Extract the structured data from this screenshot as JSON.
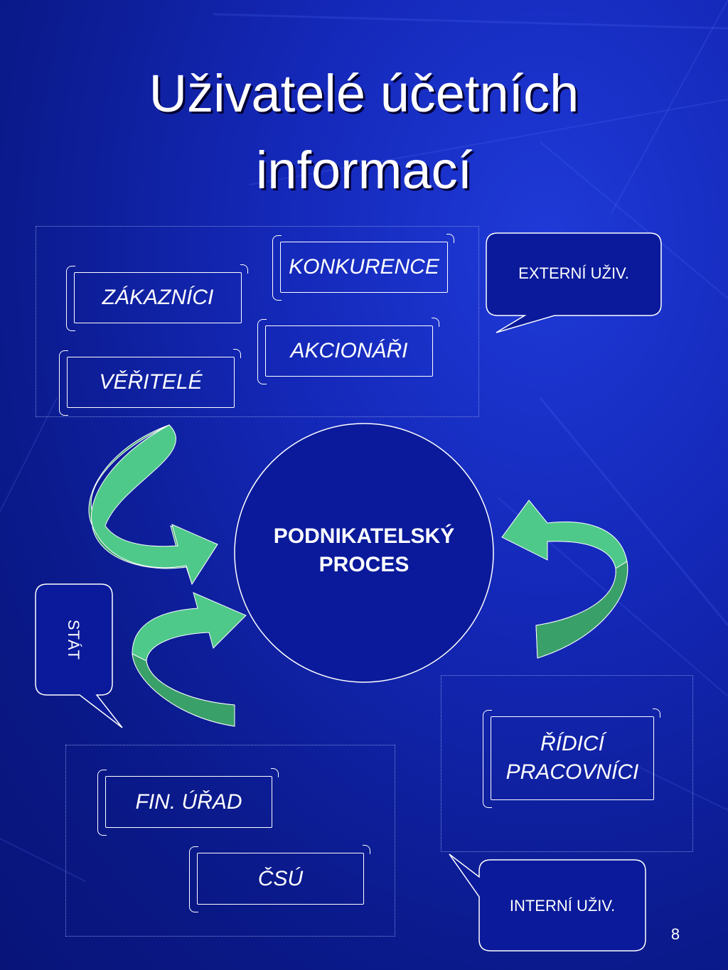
{
  "title": {
    "line1": "Uživatelé účetních",
    "line2": "informací"
  },
  "center": {
    "line1": "PODNIKATELSKÝ",
    "line2": "PROCES"
  },
  "external": {
    "callout": "EXTERNÍ UŽIV.",
    "items": [
      "KONKURENCE",
      "ZÁKAZNÍCI",
      "AKCIONÁŘI",
      "VĚŘITELÉ"
    ]
  },
  "state": {
    "callout": "STÁT",
    "items": [
      "FIN. ÚŘAD",
      "ČSÚ"
    ]
  },
  "internal": {
    "callout": "INTERNÍ UŽIV.",
    "item_line1": "ŘÍDICÍ",
    "item_line2": "PRACOVNÍCI"
  },
  "colors": {
    "background": "#1428b8",
    "arrow_fill": "#4ec98a",
    "arrow_shade": "#3aa06a",
    "text": "#ffffff"
  },
  "page_number": "8"
}
